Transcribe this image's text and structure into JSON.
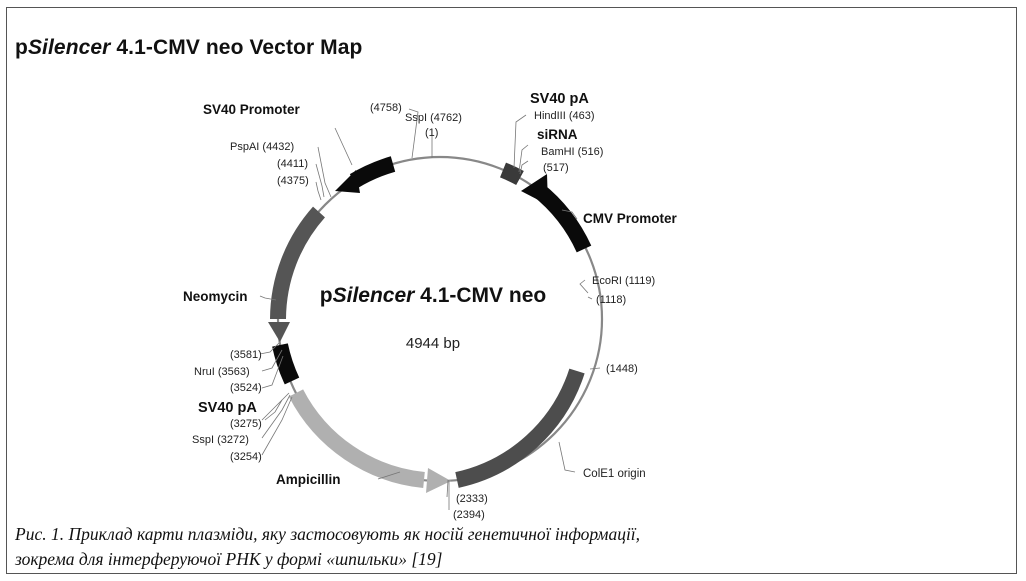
{
  "title": {
    "prefix": "p",
    "italic": "Silencer",
    "rest": " 4.1-CMV neo Vector Map"
  },
  "center": {
    "name_prefix": "p",
    "name_italic": "Silencer",
    "name_rest": " 4.1-CMV neo",
    "size": "4944 bp"
  },
  "features": {
    "sv40_promoter": "SV40 Promoter",
    "sv40_pa_top": "SV40 pA",
    "sirna": "siRNA",
    "cmv_promoter": "CMV Promoter",
    "neomycin": "Neomycin",
    "sv40_pa_left": "SV40 pA",
    "ampicillin": "Ampicillin",
    "cole1": "ColE1 origin"
  },
  "sites": {
    "s4758": "(4758)",
    "sspi_4762": "SspI (4762)",
    "s1": "(1)",
    "pspai": "PspAI (4432)",
    "s4411": "(4411)",
    "s4375": "(4375)",
    "hindiii": "HindIII (463)",
    "bamhi": "BamHI (516)",
    "s517": "(517)",
    "ecori": "EcoRI (1119)",
    "s1118": "(1118)",
    "s1448": "(1448)",
    "s3581": "(3581)",
    "nrui": "NruI (3563)",
    "s3524": "(3524)",
    "s3275": "(3275)",
    "sspi_3272": "SspI (3272)",
    "s3254": "(3254)",
    "s2333": "(2333)",
    "s2394": "(2394)"
  },
  "caption": {
    "line1": "Рис. 1. Приклад карти плазміди, яку застосовують як носій генетичної інформації,",
    "line2": "зокрема для інтерферуючої РНК у формі «шпильки» [19]"
  }
}
